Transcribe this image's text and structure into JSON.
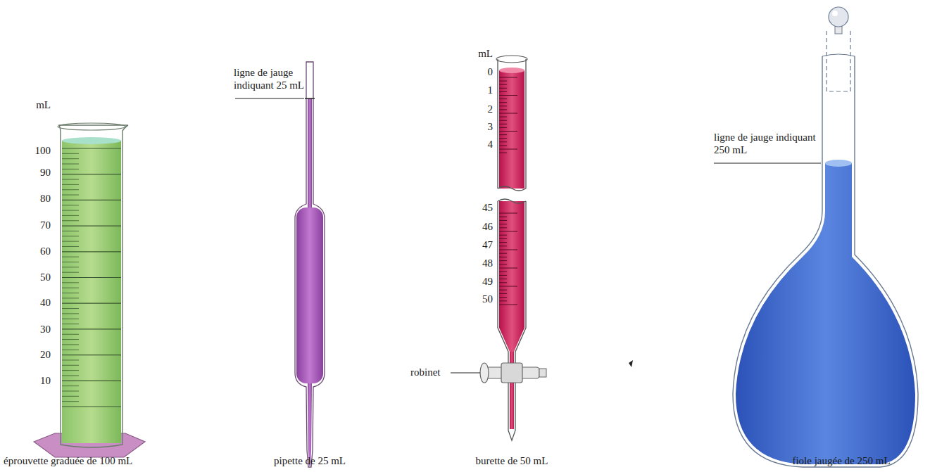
{
  "diagram": {
    "labels": [
      "mL",
      "100",
      "90",
      "80",
      "70",
      "60",
      "50",
      "40",
      "30",
      "20",
      "10",
      "ligne de jauge indiquant 25 mL",
      "mL",
      "0",
      "1",
      "2",
      "3",
      "4",
      "45",
      "46",
      "47",
      "48",
      "49",
      "50",
      "robinet",
      "ligne de jauge indiquant 250 mL",
      "éprouvette graduée de 100 mL",
      "pipette de 25 mL",
      "burette de 50 mL",
      "fiole jaugée de 250 mL"
    ]
  }
}
